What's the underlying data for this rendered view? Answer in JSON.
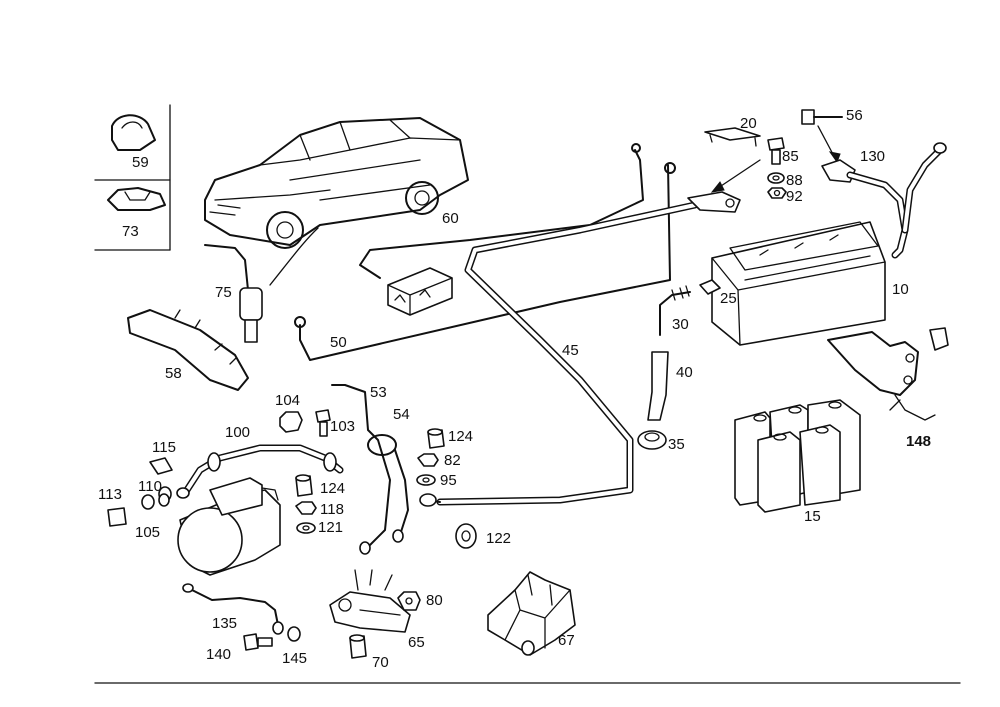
{
  "callouts": {
    "p59": "59",
    "p73": "73",
    "p75": "75",
    "p58": "58",
    "p60": "60",
    "p50": "50",
    "p45": "45",
    "p20": "20",
    "p85": "85",
    "p88": "88",
    "p92": "92",
    "p56": "56",
    "p130": "130",
    "p25": "25",
    "p10": "10",
    "p30": "30",
    "p40": "40",
    "p35": "35",
    "p148": "148",
    "p15": "15",
    "p53": "53",
    "p54": "54",
    "p104": "104",
    "p103": "103",
    "p100": "100",
    "p115": "115",
    "p110": "110",
    "p113": "113",
    "p105": "105",
    "p124a": "124",
    "p124b": "124",
    "p82": "82",
    "p95": "95",
    "p118": "118",
    "p121": "121",
    "p122": "122",
    "p80": "80",
    "p65": "65",
    "p70": "70",
    "p67": "67",
    "p135": "135",
    "p140": "140",
    "p145": "145"
  },
  "colors": {
    "line": "#111111",
    "background": "#ffffff"
  }
}
